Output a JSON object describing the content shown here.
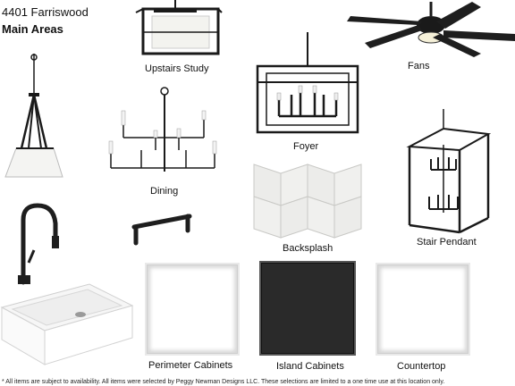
{
  "header": {
    "address": "4401 Farriswood",
    "section": "Main Areas"
  },
  "items": {
    "upstairs_study": "Upstairs Study",
    "fans": "Fans",
    "foyer": "Foyer",
    "dining": "Dining",
    "backsplash": "Backsplash",
    "stair_pendant": "Stair Pendant",
    "perimeter_cabinets": "Perimeter Cabinets",
    "island_cabinets": "Island Cabinets",
    "countertop": "Countertop"
  },
  "colors": {
    "perimeter_cabinets": "#ffffff",
    "island_cabinets": "#2a2a2a",
    "countertop": "#ffffff",
    "fixture_finish": "#1a1a1a"
  },
  "footer": {
    "disclaimer": "* All items are subject to availability. All items were selected by Peggy Newman Designs LLC. These selections are limited to a one time use at this location only."
  }
}
